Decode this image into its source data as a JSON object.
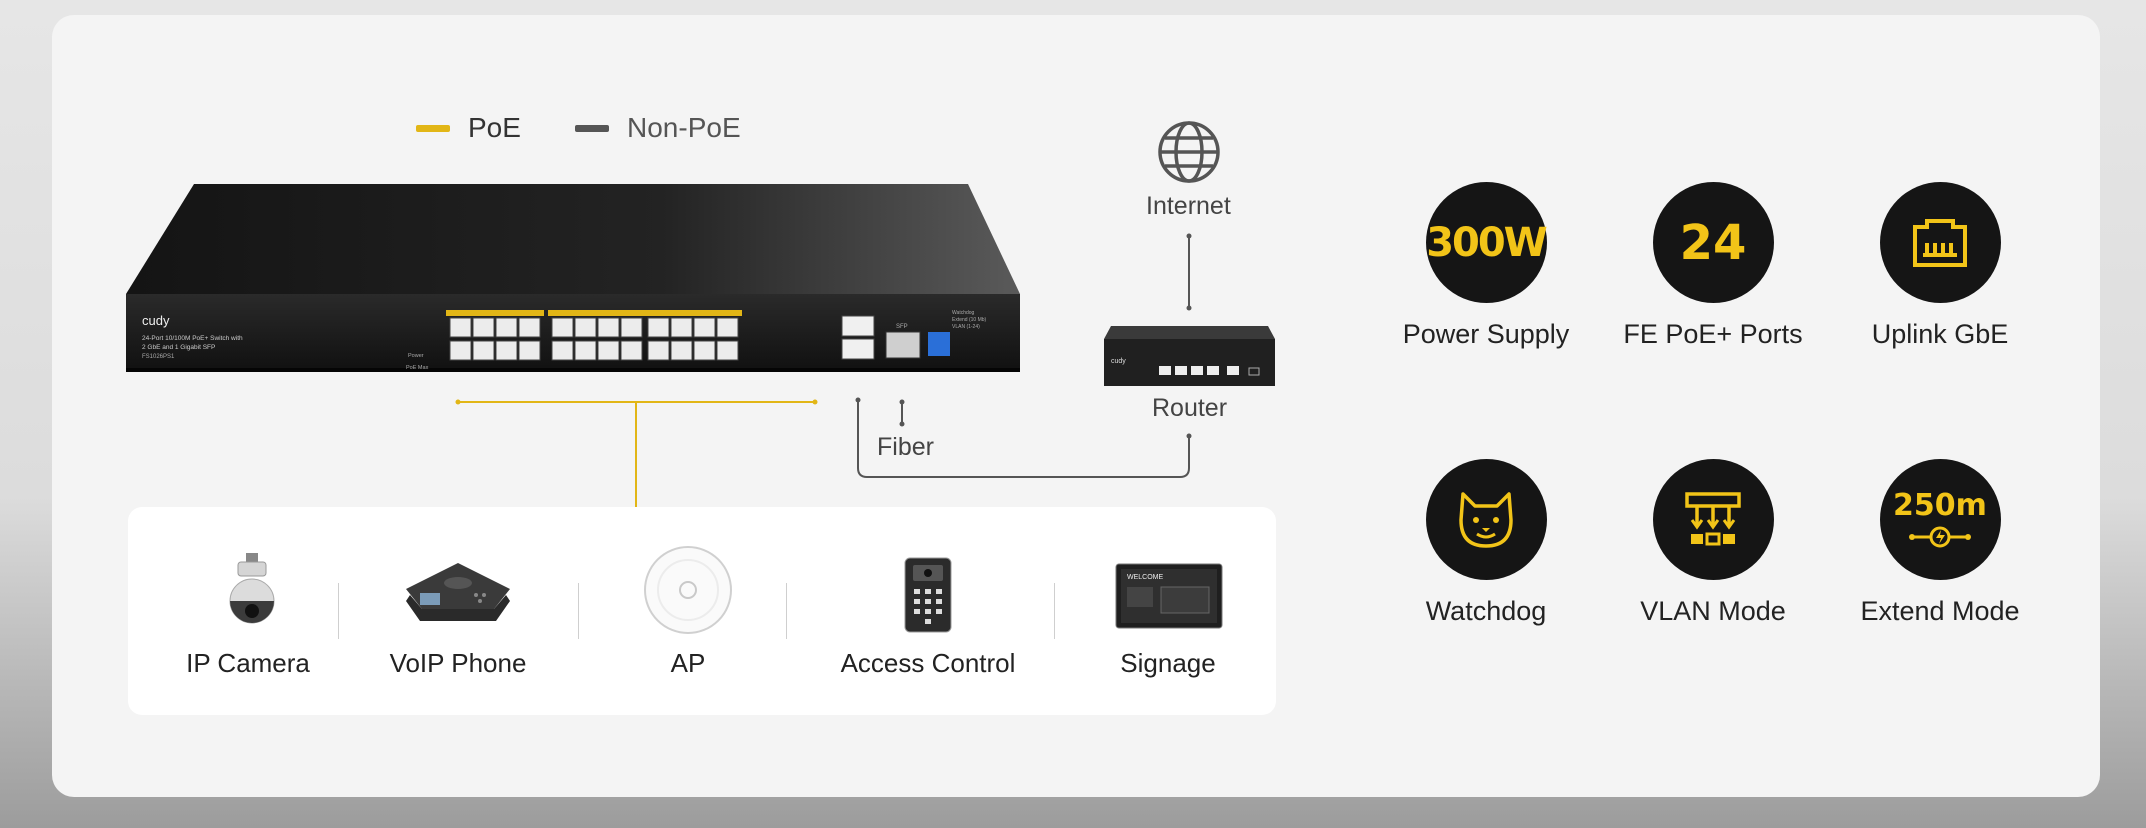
{
  "colors": {
    "poe": "#e2b616",
    "nonpoe": "#555555",
    "accent": "#f2c418",
    "circle": "#151515"
  },
  "legend": {
    "poe": "PoE",
    "nonpoe": "Non-PoE"
  },
  "switch": {
    "brand": "cudy",
    "desc_line1": "24-Port 10/100M PoE+ Switch with",
    "desc_line2": "2 GbE and 1 Gigabit SFP",
    "model": "FS1026PS1",
    "led_power": "Power",
    "led_poe_max": "PoE Max",
    "dip_1": "Watchdog",
    "dip_2": "Extend (10 Mb)",
    "dip_3": "VLAN (1-24)",
    "sfp_label": "SFP"
  },
  "network": {
    "internet": "Internet",
    "router": "Router",
    "router_brand": "cudy",
    "fiber": "Fiber"
  },
  "devices": [
    {
      "label": "IP Camera",
      "icon": "ip-camera-icon"
    },
    {
      "label": "VoIP Phone",
      "icon": "voip-phone-icon"
    },
    {
      "label": "AP",
      "icon": "access-point-icon"
    },
    {
      "label": "Access Control",
      "icon": "access-control-icon"
    },
    {
      "label": "Signage",
      "icon": "signage-icon"
    }
  ],
  "signage_text": "WELCOME",
  "features": [
    {
      "badge": "300W",
      "label": "Power Supply",
      "icon": ""
    },
    {
      "badge": "24",
      "label": "FE PoE+ Ports",
      "icon": ""
    },
    {
      "badge": "",
      "label": "Uplink GbE",
      "icon": "ethernet-port-icon"
    },
    {
      "badge": "",
      "label": "Watchdog",
      "icon": "watchdog-icon"
    },
    {
      "badge": "",
      "label": "VLAN Mode",
      "icon": "vlan-icon"
    },
    {
      "badge": "250m",
      "label": "Extend Mode",
      "icon": "extend-icon"
    }
  ]
}
